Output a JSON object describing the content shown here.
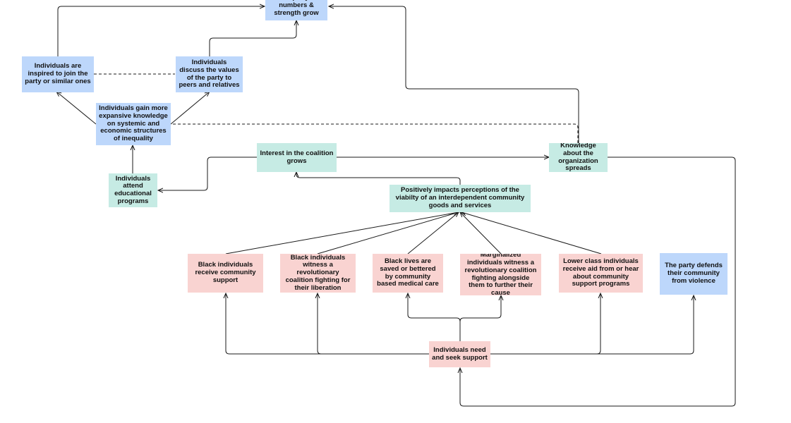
{
  "diagram": {
    "colors": {
      "blue": "#bdd7fb",
      "teal": "#c6ebe4",
      "pink": "#f9d3d1",
      "line": "#1a1a1a"
    },
    "nodes": {
      "party_grows": "The party's numbers & strength grow",
      "inspired_join": "Individuals are inspired to join the party or similar ones",
      "discuss_values": "Individuals discuss the values of the party to peers and relatives",
      "gain_knowledge": "Individuals gain more expansive knowledge on systemic and economic structures of inequality",
      "attend_programs": "Individuals attend educational programs",
      "interest_grows": "Interest in the coalition grows",
      "knowledge_spreads": "Knowledge about the organization spreads",
      "positive_impacts": "Positively impacts perceptions of the viabilty of an interdependent community goods and services",
      "receive_support": "Black individuals receive community support",
      "witness_liberation": "Black individuals witness a revolutionary coalition fighting for their liberation",
      "lives_saved": "Black lives are saved or bettered by community based medical care",
      "marginalized_witness": "Marginalized individuals witness a revolutionary coalition fighting alongside them to further their cause",
      "lower_class_aid": "Lower class individuals receive aid from or hear about community support programs",
      "party_defends": "The party defends their community from violence",
      "need_support": "Individuals need and seek support"
    }
  }
}
